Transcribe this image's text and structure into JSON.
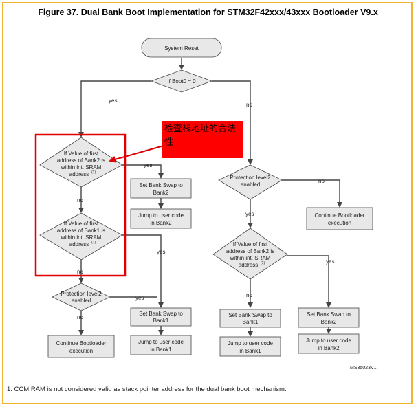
{
  "title": "Figure 37. Dual Bank Boot Implementation for STM32F42xxx/43xxx Bootloader V9.x",
  "footnote": "1.   CCM RAM is not considered valid as stack pointer address for the dual bank boot mechanism.",
  "figure_code": "MS35023V1",
  "annotation": "检查栈地址的合法性",
  "nodes": {
    "system_reset": "System Reset",
    "if_boot0": "If Boot0 = 0",
    "bank2_check_left": [
      "If Value of first",
      "address of Bank2 is",
      "within int. SRAM",
      "address"
    ],
    "bank1_check": [
      "If Value of first",
      "address of Bank1 is",
      "within int. SRAM",
      "address"
    ],
    "swap_bank2_left": [
      "Set Bank Swap to",
      "Bank2"
    ],
    "jump_bank2_left": [
      "Jump to user code",
      "in Bank2"
    ],
    "prot_left": [
      "Protection level2",
      "enabled"
    ],
    "continue_left": [
      "Continue Bootloader",
      "execution"
    ],
    "swap_bank1_mid": [
      "Set Bank Swap to",
      "Bank1"
    ],
    "jump_bank1_mid": [
      "Jump to user code",
      "in Bank1"
    ],
    "prot_right": [
      "Protection level2",
      "enabled"
    ],
    "continue_right": [
      "Continue Bootloader",
      "execution"
    ],
    "bank2_check_right": [
      "If Value of first",
      "address of Bank2 is",
      "within int. SRAM",
      "address"
    ],
    "swap_bank1_right": [
      "Set Bank Swap to",
      "Bank1"
    ],
    "jump_bank1_right": [
      "Jump to user code",
      "in Bank1"
    ],
    "swap_bank2_right": [
      "Set Bank Swap to",
      "Bank2"
    ],
    "jump_bank2_right": [
      "Jump to user code",
      "in Bank2"
    ],
    "footnote_marker": "(1)"
  },
  "edge_labels": {
    "yes": "yes",
    "no": "no"
  },
  "colors": {
    "frame": "#f2b233",
    "highlight": "#ff0000",
    "node_fill": "#e8e8e8"
  }
}
